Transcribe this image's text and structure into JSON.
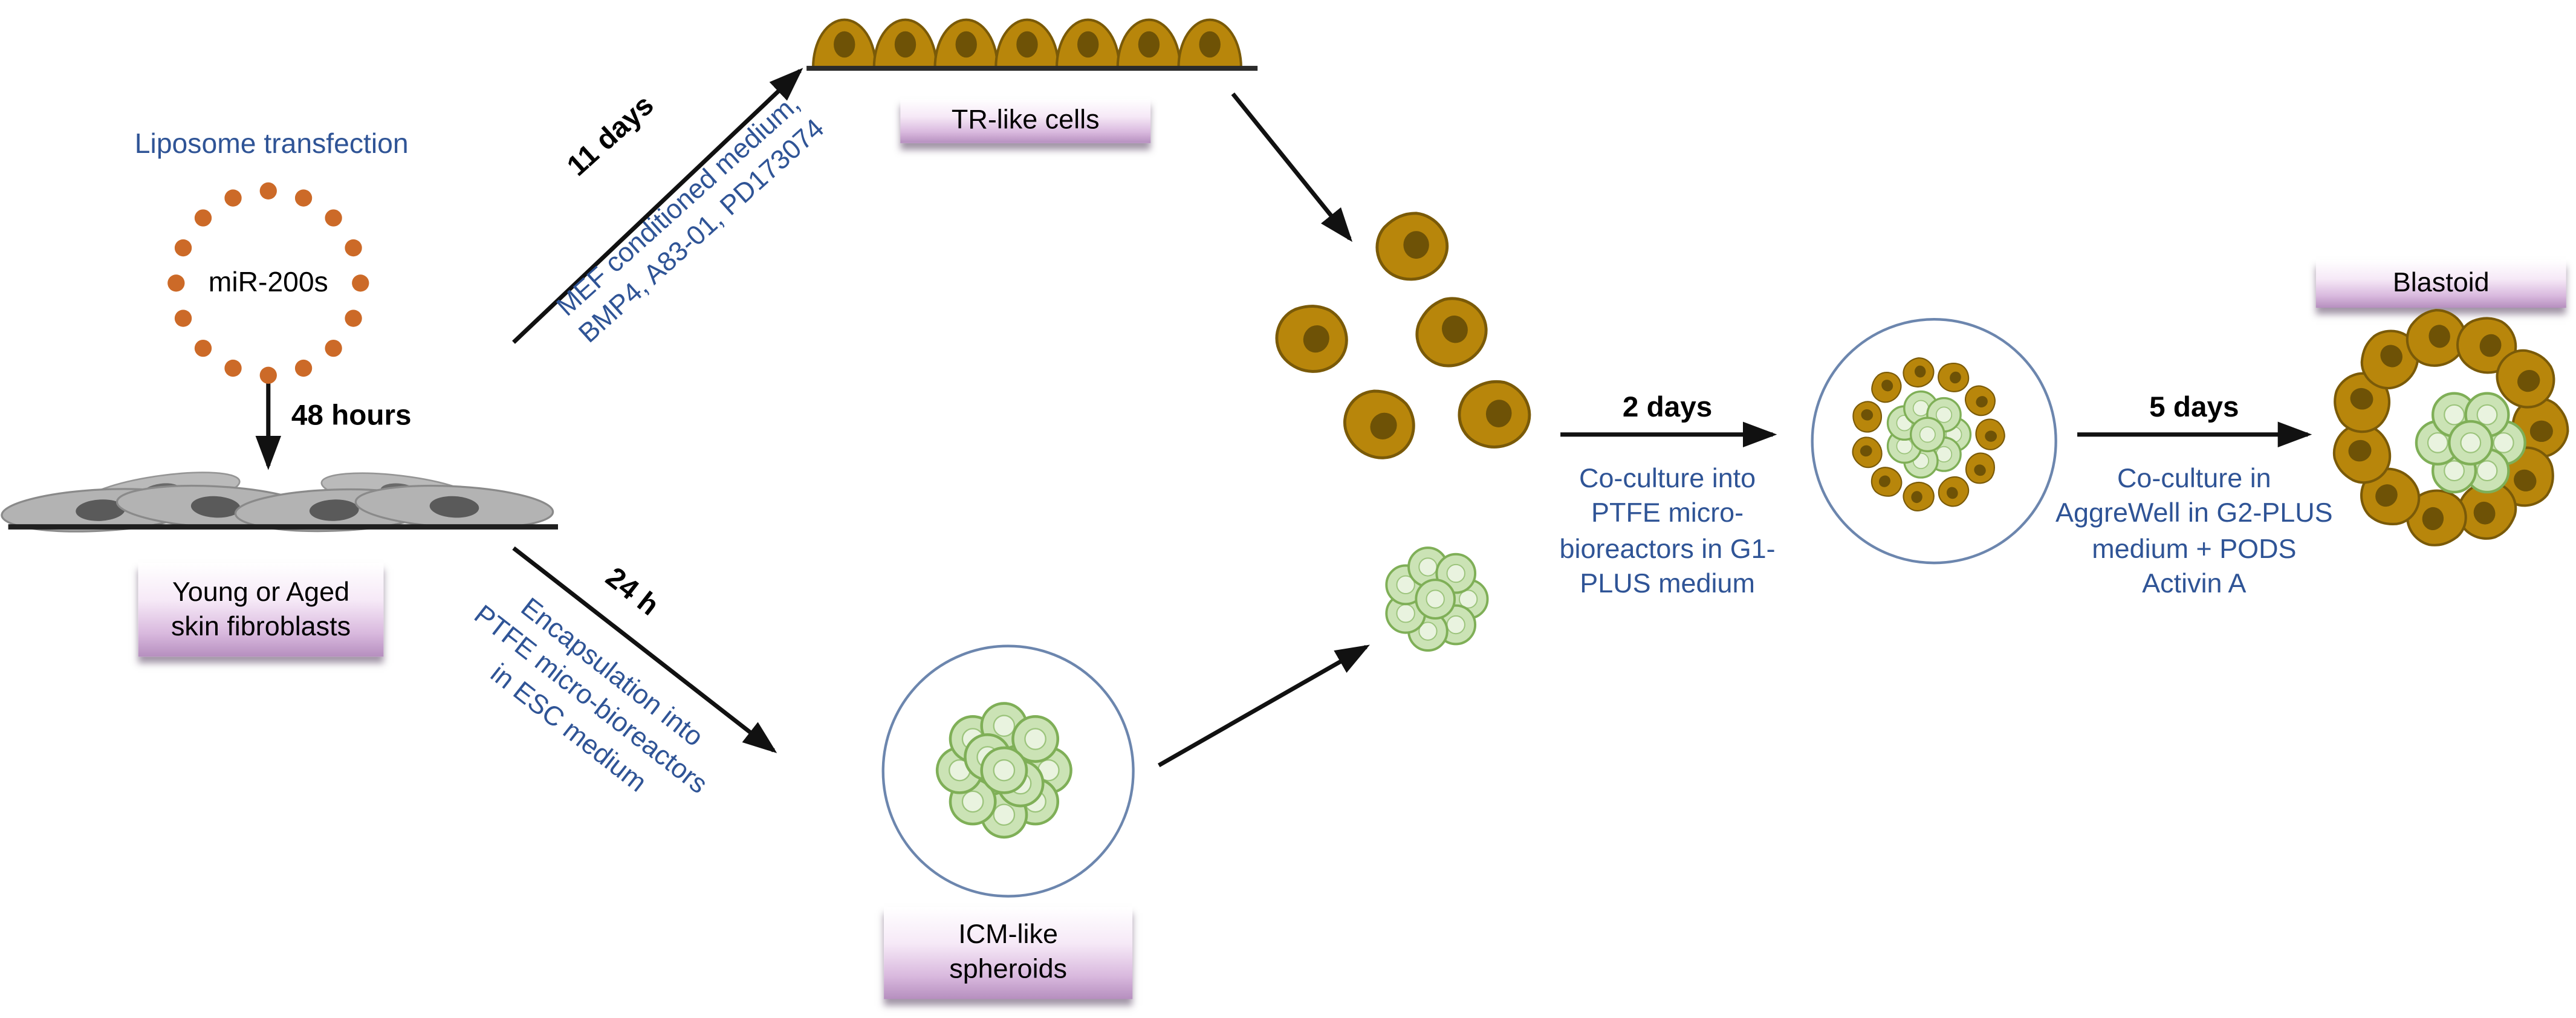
{
  "diagram": {
    "steps": {
      "liposome_label": "Liposome transfection",
      "mir200s": "miR-200s",
      "duration_48h": "48 hours",
      "fibroblast_label": [
        "Young or Aged",
        "skin fibroblasts"
      ],
      "duration_11d": "11 days",
      "medium_11d": [
        "MEF conditioned medium,",
        "BMP4, A83-01, PD173074"
      ],
      "tr_label": "TR-like cells",
      "duration_24h": "24 h",
      "medium_24h": [
        "Encapsulation into",
        "PTFE micro-bioreactors",
        "in ESC medium"
      ],
      "icm_label": [
        "ICM-like",
        "spheroids"
      ],
      "duration_2d": "2 days",
      "medium_2d": [
        "Co-culture into",
        "PTFE micro-",
        "bioreactors in G1-",
        "PLUS medium"
      ],
      "duration_5d": "5 days",
      "medium_5d": [
        "Co-culture in",
        "AggreWell in G2-PLUS",
        "medium  + PODS",
        "Activin A"
      ],
      "blastoid_label": "Blastoid"
    },
    "colors": {
      "text_blue": "#2F5496",
      "text_black": "#000000",
      "arrow": "#111111",
      "liposome_dot_orange": "#CC6A28",
      "cell_brown": "#B8860B",
      "cell_brown_outline": "#7A5A08",
      "cell_nucleus_brown": "#6E5206",
      "spheroid_fill": "#CBE3B5",
      "spheroid_outline": "#7FAF57",
      "spheroid_inner": "#E9F3DF",
      "fibroblast_gray": "#B3B3B3",
      "fibroblast_nucleus": "#5A5A5A",
      "label_box_top": "#FFFFFF",
      "label_box_bottom": "#B68FBF",
      "bioreactor_outline": "#6C86AE"
    }
  }
}
